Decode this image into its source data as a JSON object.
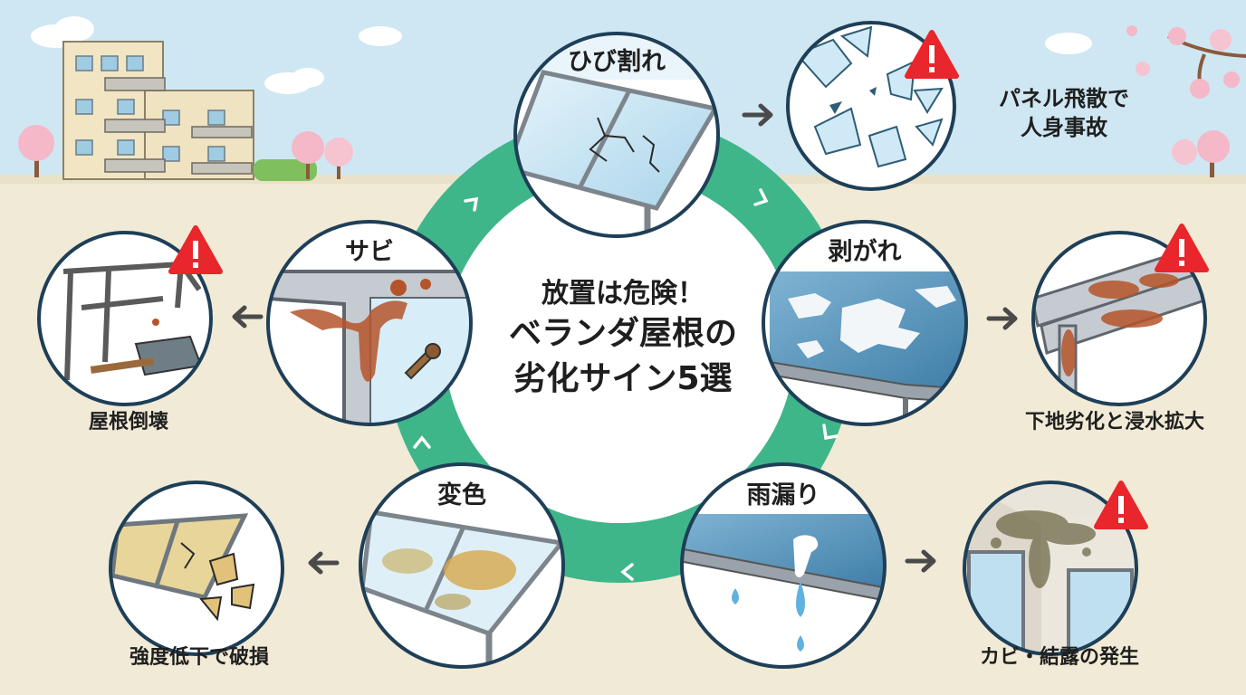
{
  "title": {
    "line1": "放置は危険！",
    "line2": "ベランダ屋根の",
    "line3": "劣化サイン5選"
  },
  "signs": [
    {
      "id": "crack",
      "label": "ひび割れ",
      "consequence_lines": [
        "パネル飛散で",
        "人身事故"
      ]
    },
    {
      "id": "peeling",
      "label": "剥がれ",
      "consequence_lines": [
        "下地劣化と浸水拡大"
      ]
    },
    {
      "id": "leak",
      "label": "雨漏り",
      "consequence_lines": [
        "カビ・結露の発生"
      ]
    },
    {
      "id": "discolor",
      "label": "変色",
      "consequence_lines": [
        "強度低下で破損"
      ]
    },
    {
      "id": "rust",
      "label": "サビ",
      "consequence_lines": [
        "屋根倒壊"
      ]
    }
  ],
  "colors": {
    "sky": "#cfe7f2",
    "ground": "#f1ead6",
    "ring": "#3fb58a",
    "circle_border": "#1e3f57",
    "warning": "#e8262b",
    "rust": "#b5542a",
    "arrow": "#4a4a4a"
  },
  "icons": [
    "warning-icon",
    "arrow-right-icon",
    "arrow-left-icon",
    "screw-icon",
    "water-drop-icon",
    "building-icon",
    "cherry-tree-icon"
  ]
}
